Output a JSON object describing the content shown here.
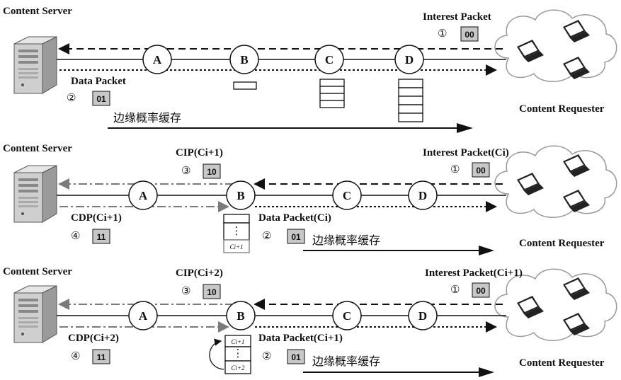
{
  "panel1": {
    "server": "Content Server",
    "requester": "Content Requester",
    "interest": "Interest Packet",
    "interest_num": "①",
    "interest_code": "00",
    "data": "Data Packet",
    "data_num": "②",
    "data_code": "01",
    "caching": "边缘概率缓存",
    "nodes": [
      "A",
      "B",
      "C",
      "D"
    ]
  },
  "panel2": {
    "server": "Content Server",
    "requester": "Content Requester",
    "cip": "CIP(Ci+1)",
    "cip_num": "③",
    "cip_code": "10",
    "interest": "Interest Packet(Ci)",
    "interest_num": "①",
    "interest_code": "00",
    "cdp": "CDP(Ci+1)",
    "cdp_num": "④",
    "cdp_code": "11",
    "data": "Data Packet(Ci)",
    "data_num": "②",
    "data_code": "01",
    "caching": "边缘概率缓存",
    "cache_label": "Ci+1",
    "cache_dots": "⋮",
    "nodes": [
      "A",
      "B",
      "C",
      "D"
    ]
  },
  "panel3": {
    "server": "Content Server",
    "requester": "Content Requester",
    "cip": "CIP(Ci+2)",
    "cip_num": "③",
    "cip_code": "10",
    "interest": "Interest Packet(Ci+1)",
    "interest_num": "①",
    "interest_code": "00",
    "cdp": "CDP(Ci+2)",
    "cdp_num": "④",
    "cdp_code": "11",
    "data": "Data Packet(Ci+1)",
    "data_num": "②",
    "data_code": "01",
    "caching": "边缘概率缓存",
    "cache_label_top": "Ci+1",
    "cache_label_bottom": "Ci+2",
    "cache_dots": "⋮",
    "nodes": [
      "A",
      "B",
      "C",
      "D"
    ]
  },
  "colors": {
    "black": "#111111",
    "gray": "#7a7a7a",
    "box": "#c8c8c8"
  }
}
